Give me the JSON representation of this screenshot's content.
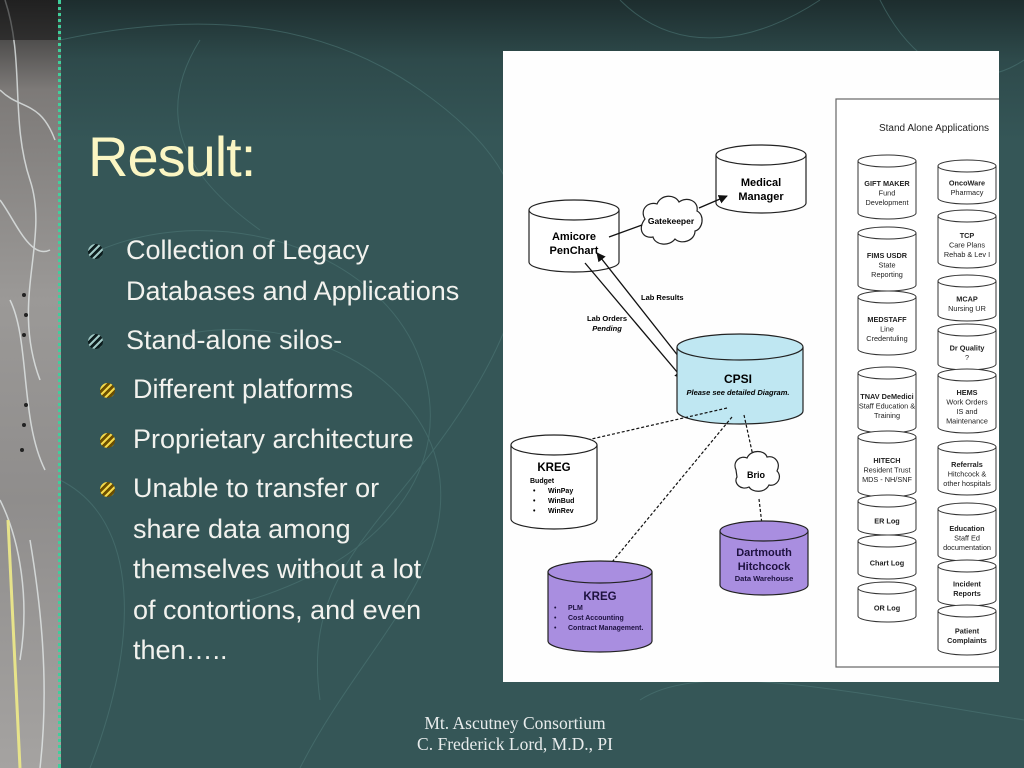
{
  "slide": {
    "title": "Result:",
    "bullets": [
      {
        "level": 1,
        "text": "Collection of Legacy Databases and Applications",
        "lines": [
          "Collection of Legacy",
          "Databases and Applications"
        ]
      },
      {
        "level": 1,
        "text": "Stand-alone silos-",
        "lines": [
          "Stand-alone silos-"
        ]
      },
      {
        "level": 2,
        "text": "Different platforms",
        "lines": [
          "Different platforms"
        ]
      },
      {
        "level": 2,
        "text": "Proprietary architecture",
        "lines": [
          "Proprietary architecture"
        ]
      },
      {
        "level": 2,
        "text": "Unable to transfer or share data among themselves without a lot of contortions, and even then…..",
        "lines": [
          "Unable to transfer or",
          "share data among",
          "themselves without a lot",
          "of contortions, and even",
          "then….."
        ]
      }
    ],
    "footer": {
      "line1": "Mt. Ascutney Consortium",
      "line2": "C. Frederick Lord, M.D., PI"
    },
    "colors": {
      "background": "#355657",
      "title": "#fbf6c3",
      "text": "#f2f2ee",
      "cpsi_fill": "#bfe7f2",
      "purple_fill": "#a98ee0"
    }
  },
  "diagram": {
    "nodes": {
      "amicore": [
        "Amicore",
        "PenChart"
      ],
      "medical_manager": [
        "Medical",
        "Manager"
      ],
      "gatekeeper": "Gatekeeper",
      "cpsi": {
        "title": "CPSI",
        "subtitle": "Please see detailed Diagram."
      },
      "kreg_budget": {
        "title": "KREG",
        "subtitle": "Budget",
        "items": [
          "WinPay",
          "WinBud",
          "WinRev"
        ]
      },
      "brio": "Brio",
      "dartmouth": [
        "Dartmouth",
        "Hitchcock",
        "Data Warehouse"
      ],
      "kreg_plm": {
        "title": "KREG",
        "items": [
          "PLM",
          "Cost Accounting",
          "Contract Management."
        ]
      }
    },
    "edge_labels": {
      "lab_results": "Lab Results",
      "lab_orders": "Lab Orders",
      "pending": "Pending"
    },
    "stand_alone": {
      "title": "Stand Alone Applications",
      "left": [
        {
          "bold": "GIFT MAKER",
          "lines": [
            "Fund",
            "Development"
          ]
        },
        {
          "bold": "FIMS USDR",
          "lines": [
            "State",
            "Reporting"
          ]
        },
        {
          "bold": "MEDSTAFF",
          "lines": [
            "Line",
            "Credentuling"
          ]
        },
        {
          "bold": "TNAV DeMedici",
          "lines": [
            "Staff Education &",
            "Training"
          ]
        },
        {
          "bold": "HITECH",
          "lines": [
            "Resident Trust",
            "MDS - NH/SNF"
          ]
        },
        {
          "bold": "ER Log",
          "lines": []
        },
        {
          "bold": "Chart Log",
          "lines": []
        },
        {
          "bold": "OR Log",
          "lines": []
        }
      ],
      "right": [
        {
          "bold": "OncoWare",
          "lines": [
            "Pharmacy"
          ]
        },
        {
          "bold": "TCP",
          "lines": [
            "Care Plans",
            "Rehab & Lev I"
          ]
        },
        {
          "bold": "MCAP",
          "lines": [
            "Nursing UR"
          ]
        },
        {
          "bold": "Dr Quality",
          "lines": [
            "?"
          ]
        },
        {
          "bold": "HEMS",
          "lines": [
            "Work Orders",
            "IS and",
            "Maintenance"
          ]
        },
        {
          "bold": "Referrals",
          "lines": [
            "Hitchcock &",
            "other hospitals"
          ]
        },
        {
          "bold": "Education",
          "lines": [
            "Staff Ed",
            "documentation"
          ]
        },
        {
          "bold": "Incident Reports",
          "lines": [
            "Incident",
            "Reports"
          ],
          "all_bold": true
        },
        {
          "bold": "Patient Complaints",
          "lines": [
            "Patient",
            "Complaints"
          ],
          "all_bold": true
        }
      ]
    }
  }
}
